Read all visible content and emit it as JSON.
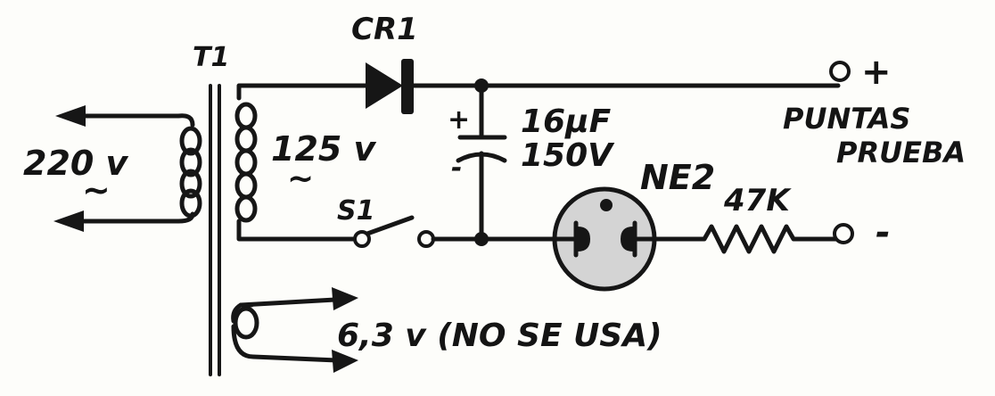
{
  "labels": {
    "t1": "T1",
    "cr1": "CR1",
    "primary_voltage": "220 v",
    "ac_symbol": "~",
    "secondary_voltage": "125 v",
    "switch": "S1",
    "capacitor_plus": "+",
    "capacitor_minus": "-",
    "capacitance": "16μF",
    "cap_voltage": "150V",
    "neon_lamp": "NE2",
    "resistor": "47K",
    "probes_line1": "PUNTAS",
    "probes_line2": "PRUEBA",
    "terminal_plus": "+",
    "terminal_minus": "-",
    "aux_winding": "6,3 v (NO SE USA)"
  },
  "colors": {
    "ink": "#161616",
    "lamp": "#d4d4d4",
    "paper": "#fdfdfa"
  }
}
